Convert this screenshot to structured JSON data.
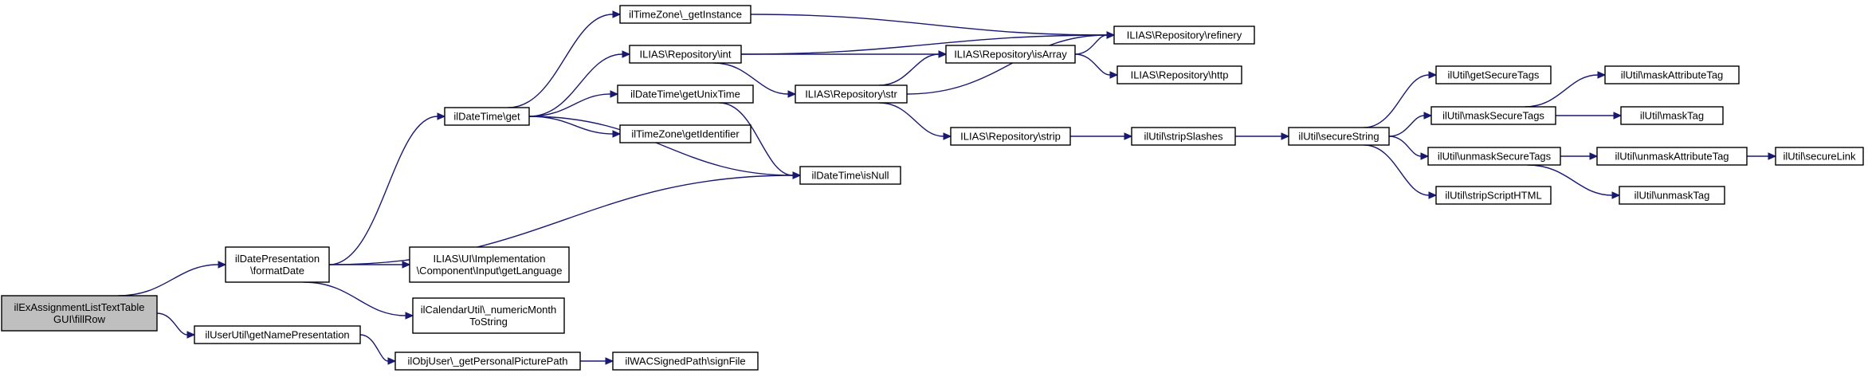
{
  "colors": {
    "edge": "#191970",
    "root_fill": "#bfbfbf",
    "node_fill": "#ffffff",
    "node_border": "#000000"
  },
  "nodes": [
    {
      "id": "fillRow",
      "lines": [
        "ilExAssignmentListTextTable",
        "GUI\\fillRow"
      ],
      "root": true
    },
    {
      "id": "formatDate",
      "lines": [
        "ilDatePresentation",
        "\\formatDate"
      ]
    },
    {
      "id": "getNamePresentation",
      "lines": [
        "ilUserUtil\\getNamePresentation"
      ]
    },
    {
      "id": "dtGet",
      "lines": [
        "ilDateTime\\get"
      ]
    },
    {
      "id": "getLanguage",
      "lines": [
        "ILIAS\\UI\\Implementation",
        "\\Component\\Input\\getLanguage"
      ]
    },
    {
      "id": "numericMonth",
      "lines": [
        "ilCalendarUtil\\_numericMonth",
        "ToString"
      ]
    },
    {
      "id": "isNull",
      "lines": [
        "ilDateTime\\isNull"
      ]
    },
    {
      "id": "getPersonalPicturePath",
      "lines": [
        "ilObjUser\\_getPersonalPicturePath"
      ]
    },
    {
      "id": "signFile",
      "lines": [
        "ilWACSignedPath\\signFile"
      ]
    },
    {
      "id": "tzGetInstance",
      "lines": [
        "ilTimeZone\\_getInstance"
      ]
    },
    {
      "id": "repoInt",
      "lines": [
        "ILIAS\\Repository\\int"
      ]
    },
    {
      "id": "getUnixTime",
      "lines": [
        "ilDateTime\\getUnixTime"
      ]
    },
    {
      "id": "tzGetIdentifier",
      "lines": [
        "ilTimeZone\\getIdentifier"
      ]
    },
    {
      "id": "repoStr",
      "lines": [
        "ILIAS\\Repository\\str"
      ]
    },
    {
      "id": "repoStrip",
      "lines": [
        "ILIAS\\Repository\\strip"
      ]
    },
    {
      "id": "repoRefinery",
      "lines": [
        "ILIAS\\Repository\\refinery"
      ]
    },
    {
      "id": "repoIsArray",
      "lines": [
        "ILIAS\\Repository\\isArray"
      ]
    },
    {
      "id": "repoHttp",
      "lines": [
        "ILIAS\\Repository\\http"
      ]
    },
    {
      "id": "stripSlashes",
      "lines": [
        "ilUtil\\stripSlashes"
      ]
    },
    {
      "id": "secureString",
      "lines": [
        "ilUtil\\secureString"
      ]
    },
    {
      "id": "getSecureTags",
      "lines": [
        "ilUtil\\getSecureTags"
      ]
    },
    {
      "id": "maskSecureTags",
      "lines": [
        "ilUtil\\maskSecureTags"
      ]
    },
    {
      "id": "unmaskSecureTags",
      "lines": [
        "ilUtil\\unmaskSecureTags"
      ]
    },
    {
      "id": "stripScriptHTML",
      "lines": [
        "ilUtil\\stripScriptHTML"
      ]
    },
    {
      "id": "maskAttributeTag",
      "lines": [
        "ilUtil\\maskAttributeTag"
      ]
    },
    {
      "id": "maskTag",
      "lines": [
        "ilUtil\\maskTag"
      ]
    },
    {
      "id": "unmaskAttributeTag",
      "lines": [
        "ilUtil\\unmaskAttributeTag"
      ]
    },
    {
      "id": "unmaskTag",
      "lines": [
        "ilUtil\\unmaskTag"
      ]
    },
    {
      "id": "secureLink",
      "lines": [
        "ilUtil\\secureLink"
      ]
    }
  ],
  "edges": [
    [
      "fillRow",
      "formatDate"
    ],
    [
      "fillRow",
      "getNamePresentation"
    ],
    [
      "formatDate",
      "dtGet"
    ],
    [
      "formatDate",
      "isNull"
    ],
    [
      "formatDate",
      "getLanguage"
    ],
    [
      "formatDate",
      "numericMonth"
    ],
    [
      "dtGet",
      "tzGetInstance"
    ],
    [
      "dtGet",
      "repoInt"
    ],
    [
      "dtGet",
      "getUnixTime"
    ],
    [
      "dtGet",
      "tzGetIdentifier"
    ],
    [
      "dtGet",
      "isNull"
    ],
    [
      "getUnixTime",
      "isNull"
    ],
    [
      "repoInt",
      "repoRefinery"
    ],
    [
      "repoInt",
      "repoIsArray"
    ],
    [
      "repoInt",
      "repoStr"
    ],
    [
      "tzGetInstance",
      "repoRefinery"
    ],
    [
      "repoStr",
      "repoIsArray"
    ],
    [
      "repoStr",
      "repoRefinery"
    ],
    [
      "repoStr",
      "repoStrip"
    ],
    [
      "repoIsArray",
      "repoRefinery"
    ],
    [
      "repoIsArray",
      "repoHttp"
    ],
    [
      "repoStrip",
      "stripSlashes"
    ],
    [
      "stripSlashes",
      "secureString"
    ],
    [
      "secureString",
      "getSecureTags"
    ],
    [
      "secureString",
      "maskSecureTags"
    ],
    [
      "secureString",
      "unmaskSecureTags"
    ],
    [
      "secureString",
      "stripScriptHTML"
    ],
    [
      "maskSecureTags",
      "maskAttributeTag"
    ],
    [
      "maskSecureTags",
      "maskTag"
    ],
    [
      "unmaskSecureTags",
      "unmaskAttributeTag"
    ],
    [
      "unmaskSecureTags",
      "unmaskTag"
    ],
    [
      "unmaskAttributeTag",
      "secureLink"
    ],
    [
      "getNamePresentation",
      "getPersonalPicturePath"
    ],
    [
      "getPersonalPicturePath",
      "signFile"
    ]
  ]
}
